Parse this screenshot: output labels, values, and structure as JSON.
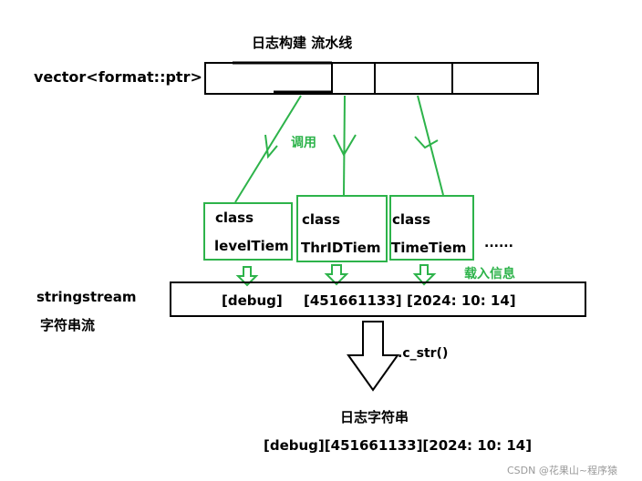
{
  "title": "日志构建 流水线",
  "vector_label": "vector<format::ptr>",
  "call_label": "调用",
  "load_label": "载入信息",
  "items": [
    {
      "line1": "class",
      "line2": "levelTiem"
    },
    {
      "line1": "class",
      "line2": "ThrIDTiem"
    },
    {
      "line1": "class",
      "line2": "TimeTiem"
    }
  ],
  "ellipsis": "......",
  "stream": {
    "name": "stringstream",
    "name_cn": "字符串流",
    "values": [
      "[debug]",
      "[451661133]",
      "[2024: 10: 14]"
    ]
  },
  "cstr_label": ".c_str()",
  "output_title": "日志字符串",
  "output_value": "[debug][451661133][2024: 10: 14]",
  "watermark": "CSDN @花果山~程序猿",
  "colors": {
    "green": "#2db34a",
    "black": "#000000"
  }
}
